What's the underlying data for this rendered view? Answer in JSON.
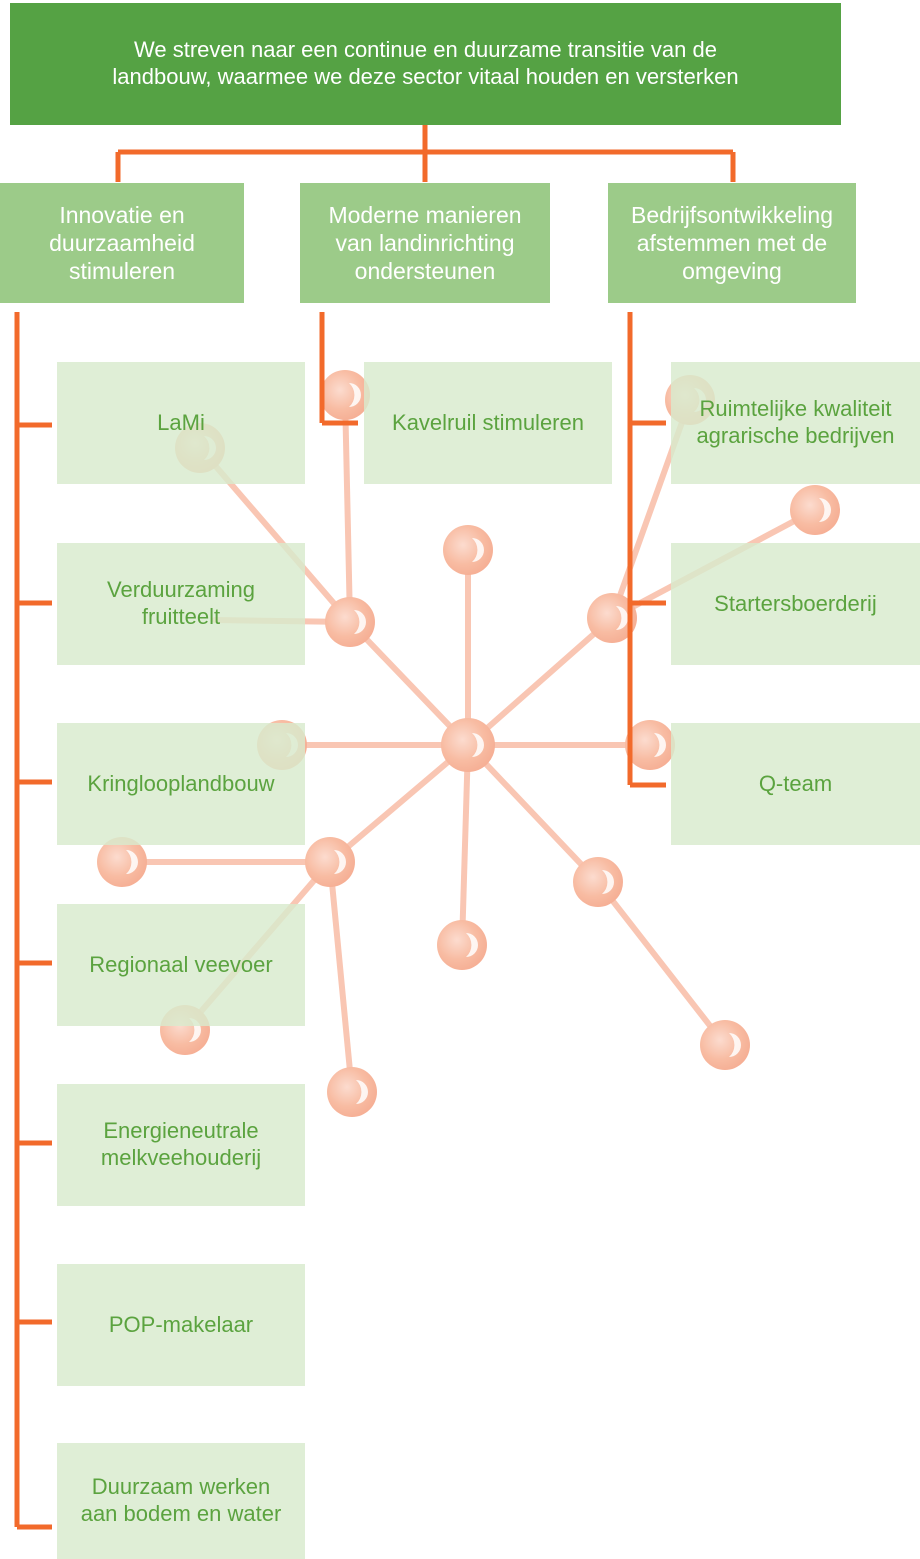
{
  "root": {
    "text": "We streven naar een continue en duurzame transitie van de\nlandbouw, waarmee we deze sector vitaal houden en versterken"
  },
  "branches": [
    {
      "label": "Innovatie  en\nduurzaamheid\nstimuleren",
      "items": [
        "LaMi",
        "Verduurzaming\nfruitteelt",
        "Kringlooplandbouw",
        "Regionaal veevoer",
        "Energieneutrale\nmelkveehouderij",
        "POP-makelaar",
        "Duurzaam werken\naan bodem en water"
      ]
    },
    {
      "label": "Moderne manieren\nvan landinrichting\nondersteunen",
      "items": [
        "Kavelruil stimuleren"
      ]
    },
    {
      "label": "Bedrijfsontwikkeling\nafstemmen met de\nomgeving",
      "items": [
        "Ruimtelijke kwaliteit\nagrarische bedrijven",
        "Startersboerderij",
        "Q-team"
      ]
    }
  ],
  "colors": {
    "root_fill": "#55a244",
    "branch_fill": "#9ccb89",
    "leaf_fill": "#d8eacd",
    "leaf_text": "#5ba33f",
    "connector": "#f26a2b",
    "watermark": "#f7a98a"
  },
  "watermark_icon": "molecule-network-icon"
}
